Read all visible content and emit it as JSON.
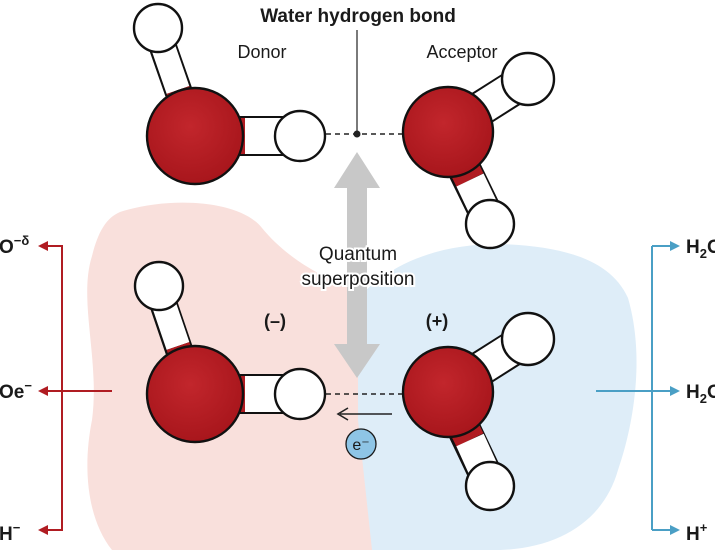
{
  "title": "Water hydrogen bond",
  "labels": {
    "donor": "Donor",
    "acceptor": "Acceptor",
    "quantum_line1": "Quantum",
    "quantum_line2": "superposition",
    "negative_charge": "(–)",
    "positive_charge": "(+)",
    "electron": "e⁻"
  },
  "left_scale": {
    "top": {
      "base": "O",
      "sup": "−δ"
    },
    "middle": {
      "base": "Oe",
      "sup": "−"
    },
    "bottom": {
      "base": "H",
      "sup": "−"
    }
  },
  "right_scale": {
    "top": {
      "base": "H",
      "sub": "2",
      "tail": "O"
    },
    "middle": {
      "base": "H",
      "sub": "2",
      "tail": "O"
    },
    "bottom": {
      "base": "H",
      "sup": "+"
    }
  },
  "colors": {
    "oxygen": "#b01c22",
    "hydrogen": "#ffffff",
    "negative_region": "#f9e0dc",
    "positive_region": "#deedf8",
    "red_scale": "#b01c22",
    "blue_scale": "#4a9fc5",
    "electron_fill": "#8ec5e6",
    "arrow_gray": "#c8c8c8"
  }
}
